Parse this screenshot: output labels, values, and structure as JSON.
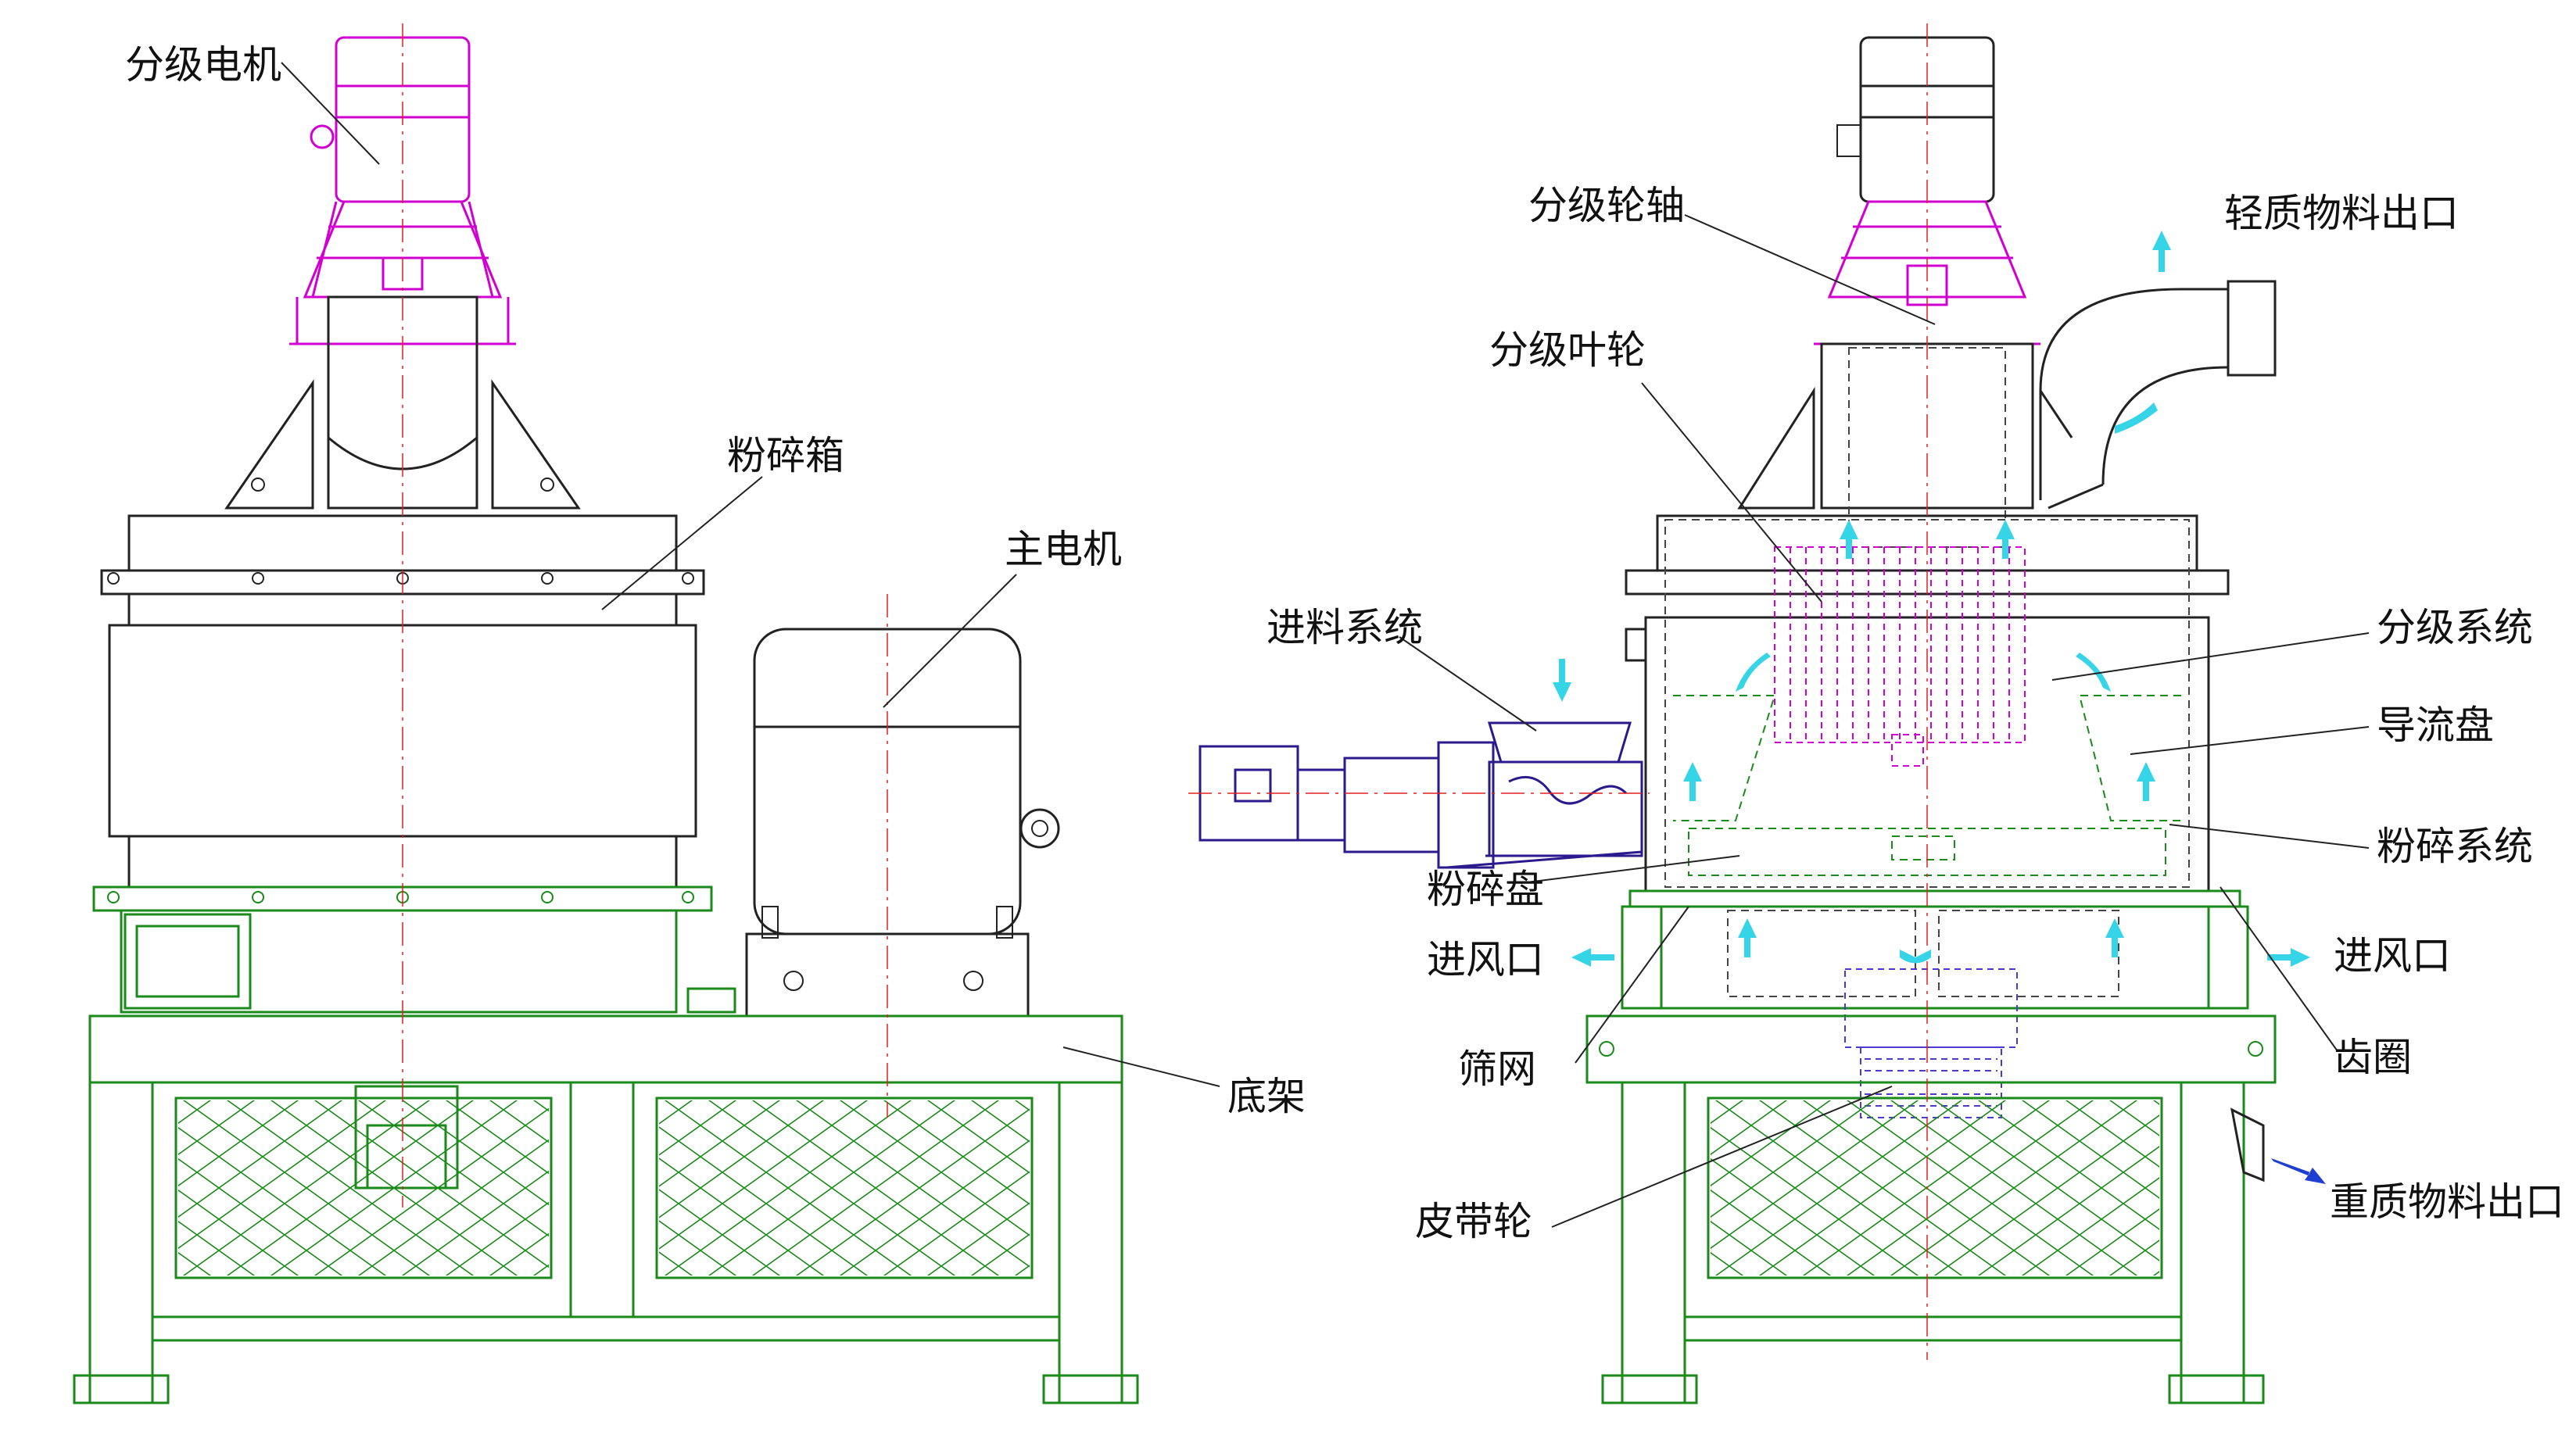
{
  "labels": {
    "classifier_motor": "分级电机",
    "crushing_box": "粉碎箱",
    "main_motor": "主电机",
    "base_frame": "底架",
    "classifier_wheel_shaft": "分级轮轴",
    "light_outlet": "轻质物料出口",
    "classifier_impeller": "分级叶轮",
    "feeding_system": "进料系统",
    "classifying_system": "分级系统",
    "guide_plate": "导流盘",
    "crushing_system": "粉碎系统",
    "crushing_disc": "粉碎盘",
    "air_inlet_left": "进风口",
    "air_inlet_right": "进风口",
    "screen": "筛网",
    "gear_ring": "齿圈",
    "pulley": "皮带轮",
    "heavy_outlet": "重质物料出口"
  },
  "colors": {
    "outline": "#222222",
    "frame": "#1a8a1a",
    "classifier_motor": "#d000d0",
    "feeder": "#2b1a8c",
    "centerline": "#e02020",
    "airflow": "#35d4e6",
    "heavy_flow": "#1f3fd0"
  }
}
